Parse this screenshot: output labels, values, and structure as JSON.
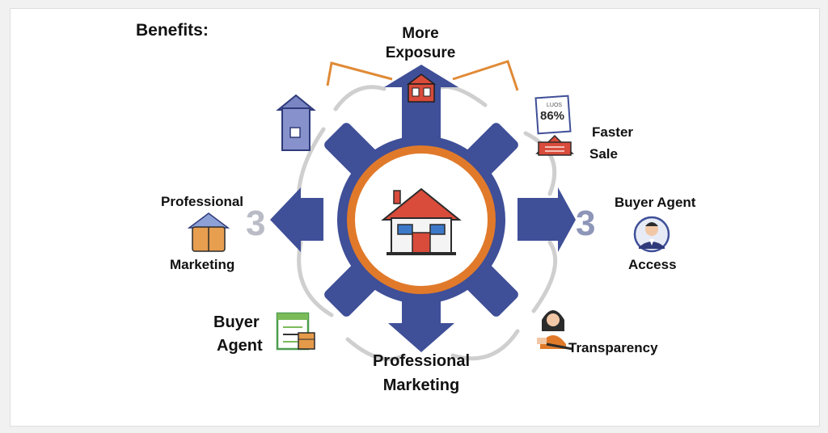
{
  "title": "Benefits:",
  "labels": {
    "top_line1": "More",
    "top_line2": "Exposure",
    "faster_line1": "Faster",
    "faster_line2": "Sale",
    "buyer_agent_access_line1": "Buyer Agent",
    "buyer_agent_access_line2": "Access",
    "transparency": "Transparency",
    "bottom_line1": "Professional",
    "bottom_line2": "Marketing",
    "buyer_agent_line1": "Buyer",
    "buyer_agent_line2": "Agent",
    "left_line1": "Professional",
    "left_line2": "Marketing"
  },
  "glyphs": {
    "left_digit": "3",
    "right_digit": "3",
    "sign_small": "LUOS",
    "sign_percent": "86%"
  },
  "icons": [
    "house-icon",
    "price-sign-icon",
    "agent-avatar-icon",
    "woman-agent-icon",
    "document-icon",
    "box-icon",
    "small-house-icon",
    "hub-house-icon"
  ],
  "colors": {
    "navy": "#3f4f98",
    "orange": "#e07a2a",
    "red": "#d94b3b",
    "blue_window": "#3c79c9",
    "gray_loop": "#c8c8c8"
  }
}
